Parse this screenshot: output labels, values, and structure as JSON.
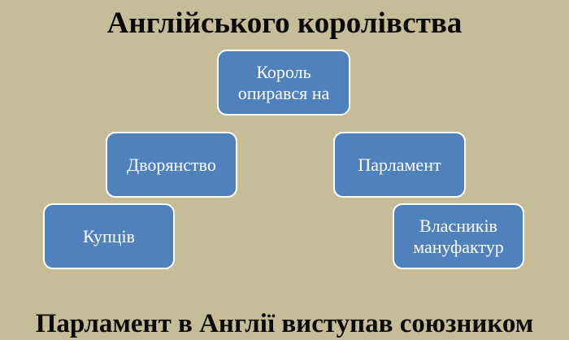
{
  "slide": {
    "title": "Англійського королівства",
    "footer": "Парламент в Англії виступав союзником",
    "colors": {
      "background": "#c6bd98",
      "box_fill": "#4f81bd",
      "box_border": "#ffffff",
      "title_text": "#0a0a0a",
      "box_text": "#ffffff"
    }
  },
  "diagram": {
    "nodes": [
      {
        "id": "king",
        "label_line1": "Король",
        "label_line2": "опирався на"
      },
      {
        "id": "nobility",
        "label": "Дворянство"
      },
      {
        "id": "parliament",
        "label": "Парламент"
      },
      {
        "id": "merchants",
        "label": "Купців"
      },
      {
        "id": "manufacturers",
        "label_line1": "Власників",
        "label_line2": "мануфактур"
      }
    ]
  }
}
